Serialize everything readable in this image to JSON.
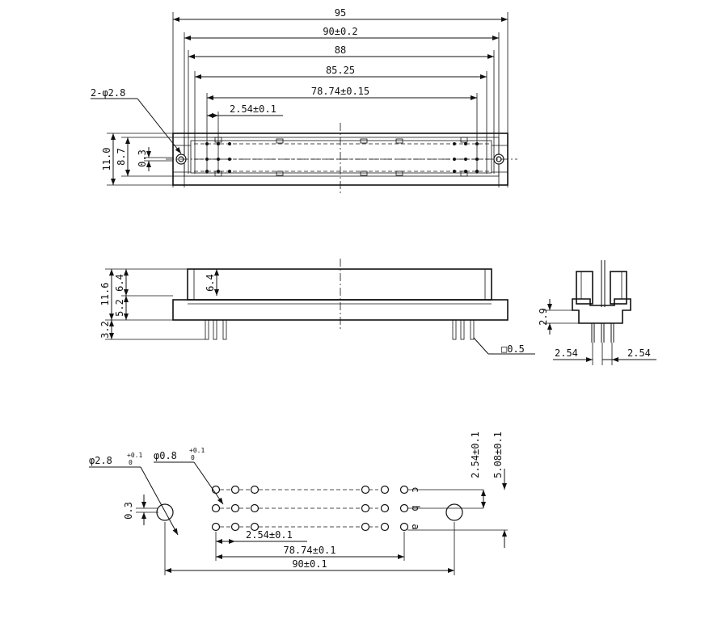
{
  "top_view": {
    "dims_horizontal": [
      "95",
      "90±0.2",
      "88",
      "85.25",
      "78.74±0.15",
      "2.54±0.1"
    ],
    "dims_vertical": [
      "11.0",
      "8.7",
      "0.3"
    ],
    "hole_label": "2-φ2.8"
  },
  "side_view": {
    "dims_vertical": [
      "11.6",
      "6.4",
      "5.2",
      "3.2",
      "6.4"
    ],
    "pin_label": "□0.5"
  },
  "end_view": {
    "dims": [
      "2.9",
      "2.54",
      "2.54"
    ]
  },
  "footprint": {
    "mount_hole_label": "φ2.8",
    "mount_hole_tol": "+0.1",
    "mount_hole_tol_lower": "0",
    "pin_hole_label": "φ0.8",
    "pin_hole_tol": "+0.1",
    "pin_hole_tol_lower": "0",
    "dims_horizontal": [
      "2.54±0.1",
      "78.74±0.1",
      "90±0.1"
    ],
    "dims_vertical": [
      "0.3",
      "2.54±0.1",
      "5.08±0.1"
    ],
    "row_labels": [
      "c",
      "b",
      "a"
    ]
  }
}
